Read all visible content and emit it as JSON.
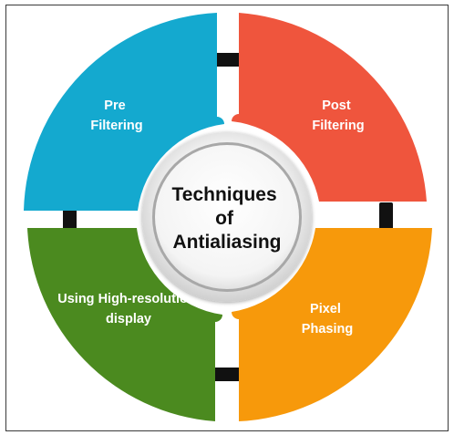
{
  "center": {
    "lines": [
      "Techniques",
      "of",
      "Antialiasing"
    ]
  },
  "segments": [
    {
      "id": "pre-filtering",
      "lines": [
        "Pre",
        "Filtering"
      ],
      "color": "#14a9cf"
    },
    {
      "id": "post-filtering",
      "lines": [
        "Post",
        "Filtering"
      ],
      "color": "#ef553d"
    },
    {
      "id": "pixel-phasing",
      "lines": [
        "Pixel",
        "Phasing"
      ],
      "color": "#f7990b"
    },
    {
      "id": "high-resolution-display",
      "lines": [
        "Using High-resolution",
        "display"
      ],
      "color": "#4b8a1f"
    }
  ],
  "colors": {
    "connector": "#111111",
    "center_ring": "#d9d9d9",
    "center_fill": "#f3f3f3",
    "frame": "#3a3a3a"
  }
}
